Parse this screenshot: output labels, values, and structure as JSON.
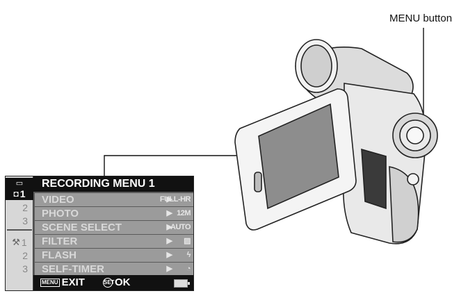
{
  "callout": {
    "menu_button_label": "MENU button"
  },
  "menu": {
    "title": "RECORDING MENU 1",
    "tabs": [
      "1",
      "2",
      "3",
      "1",
      "2",
      "3"
    ],
    "tab_icons": [
      "video-camera-icon",
      "still-camera-icon",
      "wrench-icon"
    ],
    "items": [
      {
        "label": "VIDEO",
        "value": "FULL-HR"
      },
      {
        "label": "PHOTO",
        "value": "12M"
      },
      {
        "label": "SCENE SELECT",
        "value": "AUTO"
      },
      {
        "label": "FILTER",
        "value": ""
      },
      {
        "label": "FLASH",
        "value": ""
      },
      {
        "label": "SELF-TIMER",
        "value": ""
      }
    ],
    "footer": {
      "exit_badge": "MENU",
      "exit_label": "EXIT",
      "ok_badge": "SET",
      "ok_label": "OK"
    }
  },
  "colors": {
    "menu_bg": "#5a5a5a",
    "row_bg": "#9b9b9b",
    "title_bg": "#111111",
    "tab_bg": "#d7d7d7"
  }
}
